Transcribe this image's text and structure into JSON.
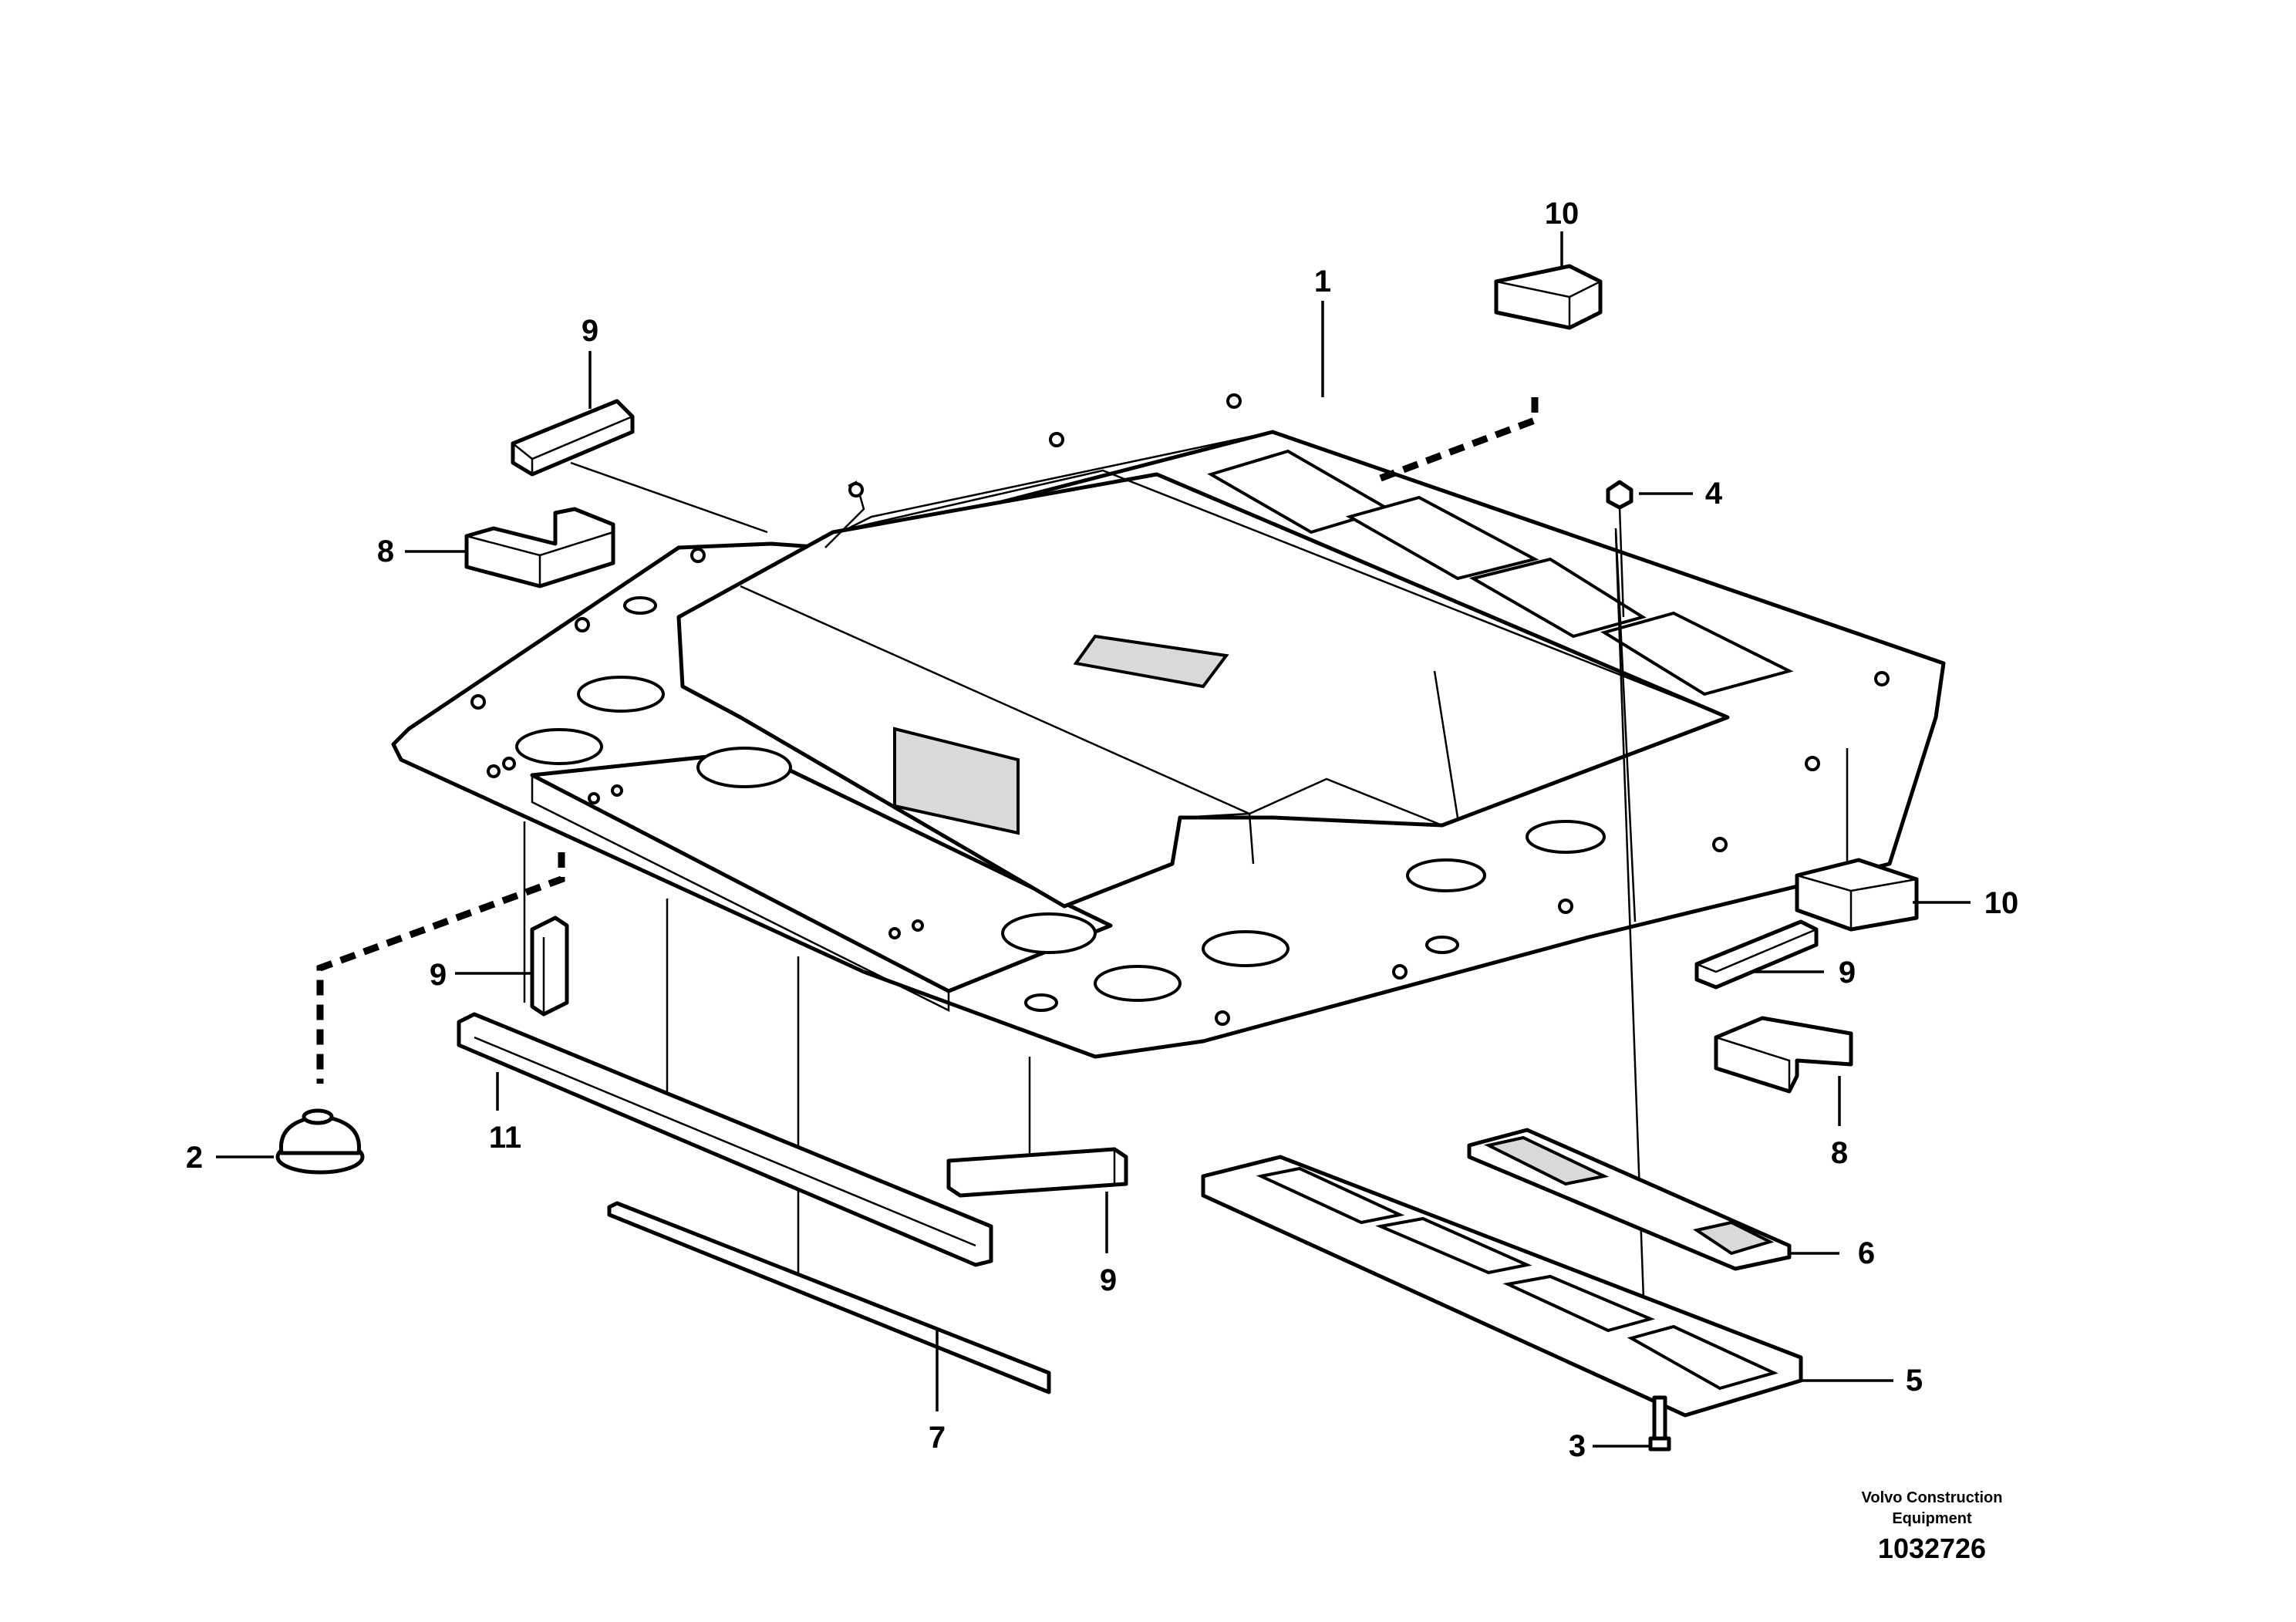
{
  "callouts": {
    "c1": "1",
    "c2": "2",
    "c3": "3",
    "c4": "4",
    "c5": "5",
    "c6": "6",
    "c7": "7",
    "c8a": "8",
    "c8b": "8",
    "c9a": "9",
    "c9b": "9",
    "c9c": "9",
    "c9d": "9",
    "c10a": "10",
    "c10b": "10",
    "c11": "11"
  },
  "footer": {
    "company_line1": "Volvo Construction",
    "company_line2": "Equipment",
    "drawing_number": "1032726"
  }
}
